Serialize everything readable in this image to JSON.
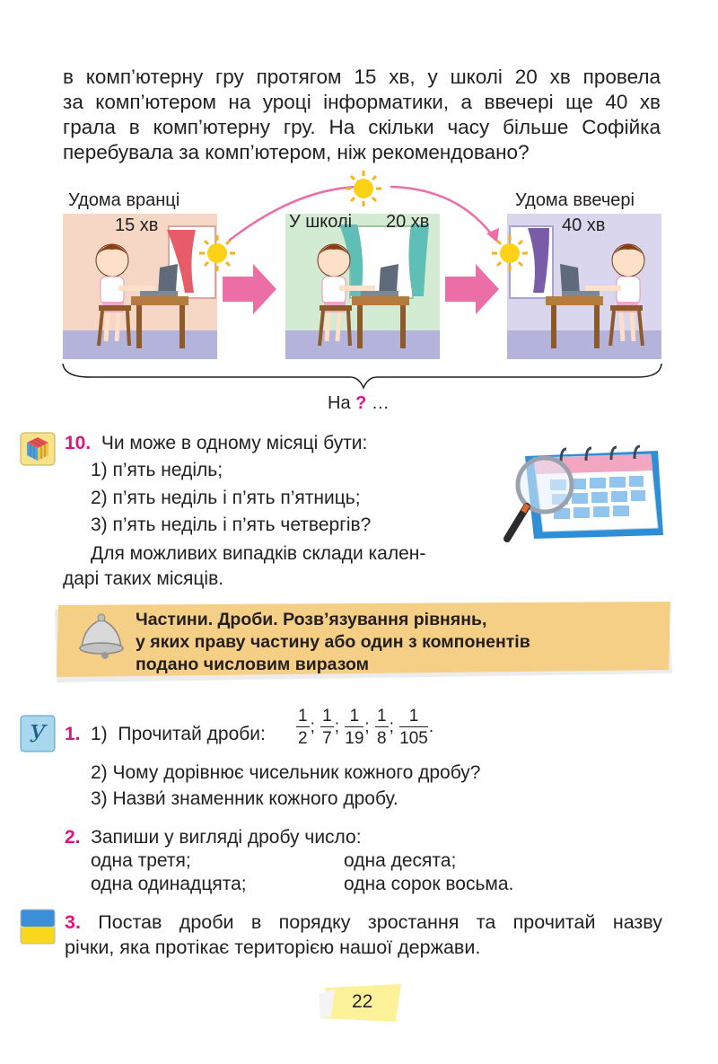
{
  "intro": {
    "lines": [
      "в комп’ютерну гру протягом 15 хв, у школі 20 хв провела",
      "за комп’ютером на уроці інформатики, а ввечері ще 40 хв",
      "грала в комп’ютерну гру. На скільки часу більше Софійка",
      "перебувала за комп’ютером, ніж рекомендовано?"
    ]
  },
  "illustration": {
    "scene1": {
      "place": "Удома вранці",
      "time": "15 хв"
    },
    "scene2": {
      "place": "У школі",
      "time": "20 хв"
    },
    "scene3": {
      "place": "Удома ввечері",
      "time": "40 хв"
    },
    "question_prefix": "На",
    "question_mark": "?",
    "question_suffix": "…"
  },
  "task10": {
    "number": "10.",
    "question": "Чи може в одному місяці бути:",
    "items": [
      "1) п’ять неділь;",
      "2) п’ять неділь і п’ять п’ятниць;",
      "3) п’ять неділь і п’ять четвергів?"
    ],
    "extra": [
      "Для можливих випадків склади кален-",
      "дарі таких місяців."
    ]
  },
  "banner": {
    "lines": [
      "Частини. Дроби. Розв’язування рівнянь,",
      "у яких праву частину або один з компонентів",
      "подано числовим виразом"
    ]
  },
  "task1": {
    "number": "1.",
    "item1_prefix": "1)",
    "item1_text": "Прочитай дроби:",
    "fractions": [
      {
        "n": "1",
        "d": "2"
      },
      {
        "n": "1",
        "d": "7"
      },
      {
        "n": "1",
        "d": "19"
      },
      {
        "n": "1",
        "d": "8"
      },
      {
        "n": "1",
        "d": "105"
      }
    ],
    "item2": "2)  Чому дорівнює чисельник кожного дробу?",
    "item3": "3)  Назви́ знаменник кожного дробу."
  },
  "task2": {
    "number": "2.",
    "text": "Запиши у вигляді дробу число:",
    "col1": [
      "одна третя;",
      "одна одинадцята;"
    ],
    "col2": [
      "одна десята;",
      "одна сорок восьма."
    ]
  },
  "task3": {
    "number": "3.",
    "lines": [
      "Постав дроби в порядку зростання та прочитай назву",
      "річки, яка протікає територією нашої держави."
    ]
  },
  "page_number": "22",
  "colors": {
    "accent": "#e2127f",
    "banner": "#f6cf86",
    "scene1_bg": "#f6d6c5",
    "scene2_bg": "#d3ead3",
    "scene3_bg": "#d9d6ee",
    "arrow": "#ec6ea6"
  }
}
